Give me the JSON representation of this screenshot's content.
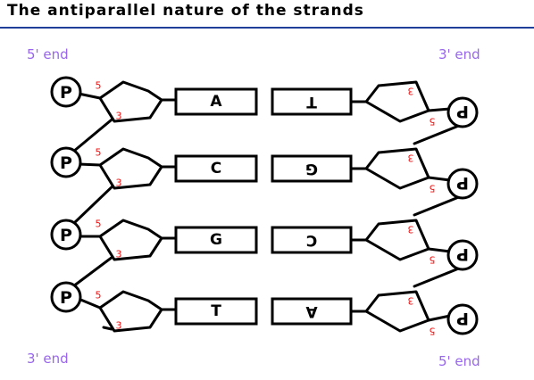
{
  "title": "The antiparallel nature of the strands",
  "colors": {
    "title_rule": "#1f3f99",
    "end_label": "#9966ee",
    "carbon_number": "#ee1111",
    "stroke": "#000000",
    "background": "#ffffff"
  },
  "labels": {
    "top_left": "5' end",
    "top_right": "3' end",
    "bottom_left": "3' end",
    "bottom_right": "5' end"
  },
  "phosphate_label": "P",
  "carbon_numbers": {
    "five": "5",
    "three": "3"
  },
  "left_strand": {
    "bases": [
      "A",
      "C",
      "G",
      "T"
    ]
  },
  "right_strand": {
    "bases": [
      "T",
      "G",
      "C",
      "A"
    ]
  }
}
